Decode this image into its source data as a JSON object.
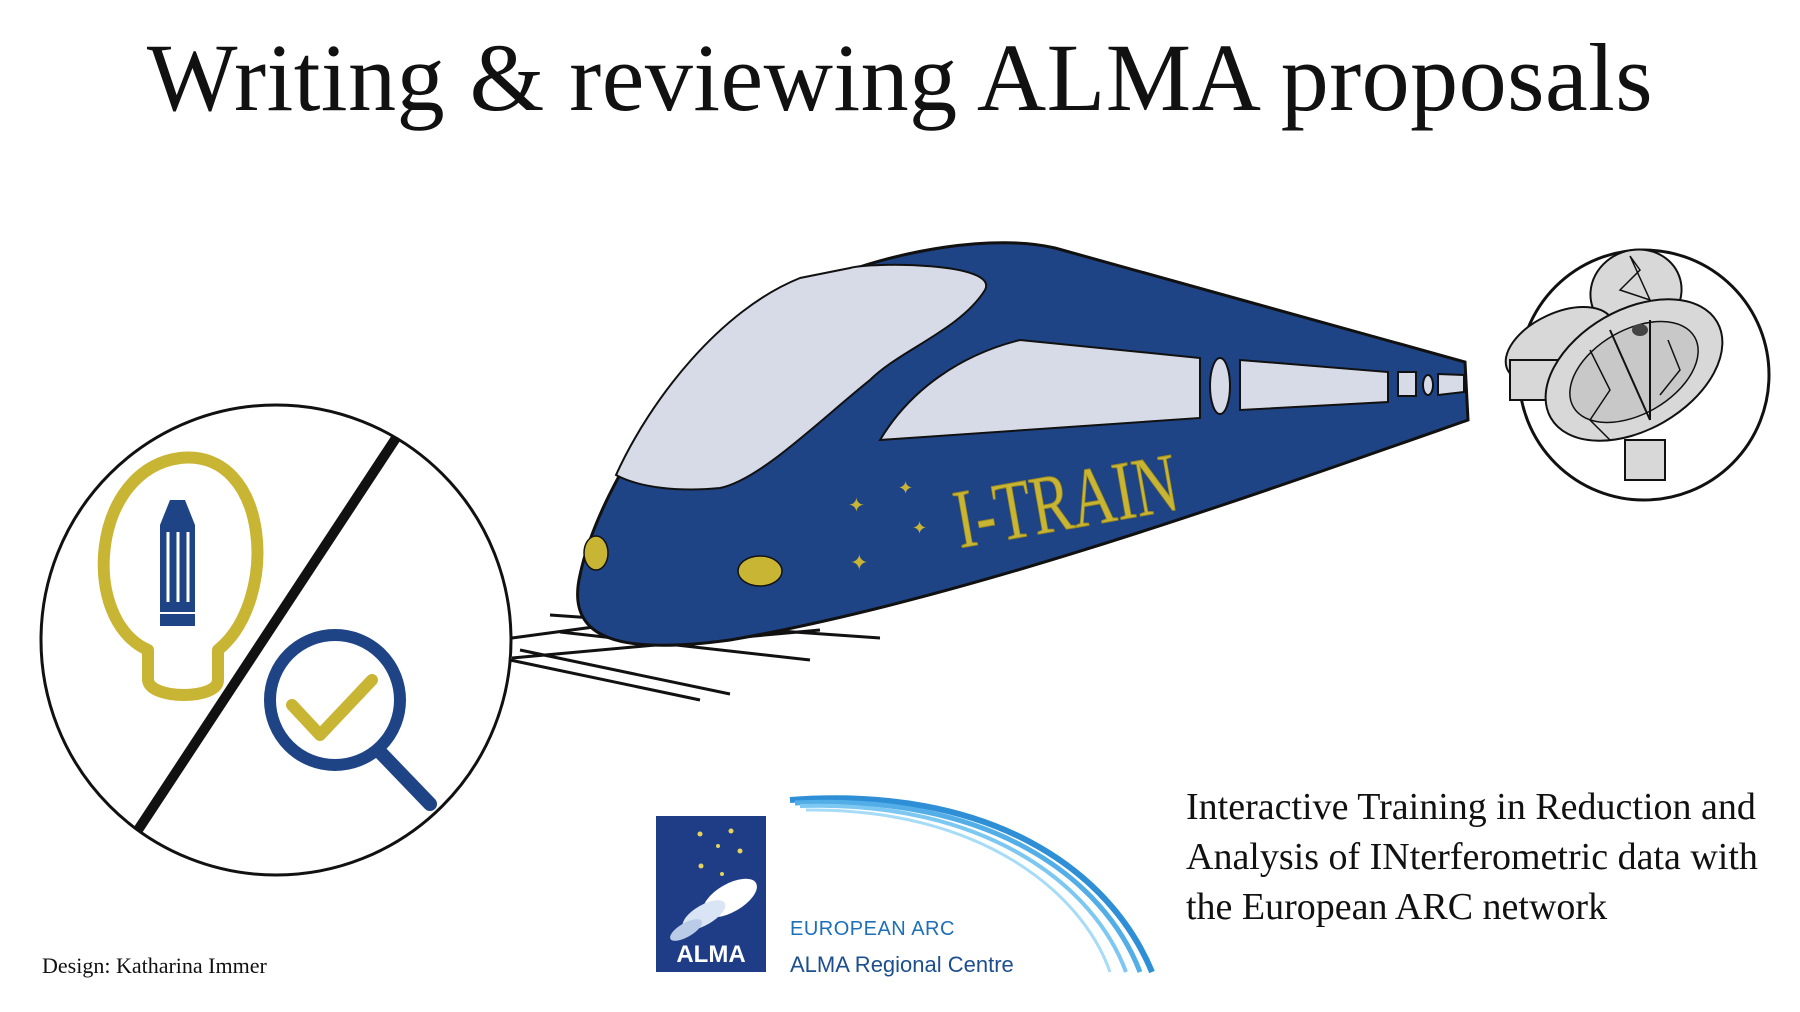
{
  "title": "Writing & reviewing ALMA proposals",
  "train_name": "I-TRAIN",
  "tagline": "Interactive Training in Reduction and Analysis of INterferometric data with the European ARC network",
  "credit": "Design: Katharina Immer",
  "logo": {
    "alma_text": "ALMA",
    "arc_heading": "EUROPEAN ARC",
    "arc_subtitle": "ALMA Regional Centre"
  },
  "icons": [
    "lightbulb-pencil-icon",
    "magnifier-check-icon",
    "antenna-dishes-icon"
  ],
  "colors": {
    "train_blue": "#1f4485",
    "gold": "#c9b534",
    "window": "#d7dbe8",
    "arc_blue": "#1d6fb8"
  }
}
